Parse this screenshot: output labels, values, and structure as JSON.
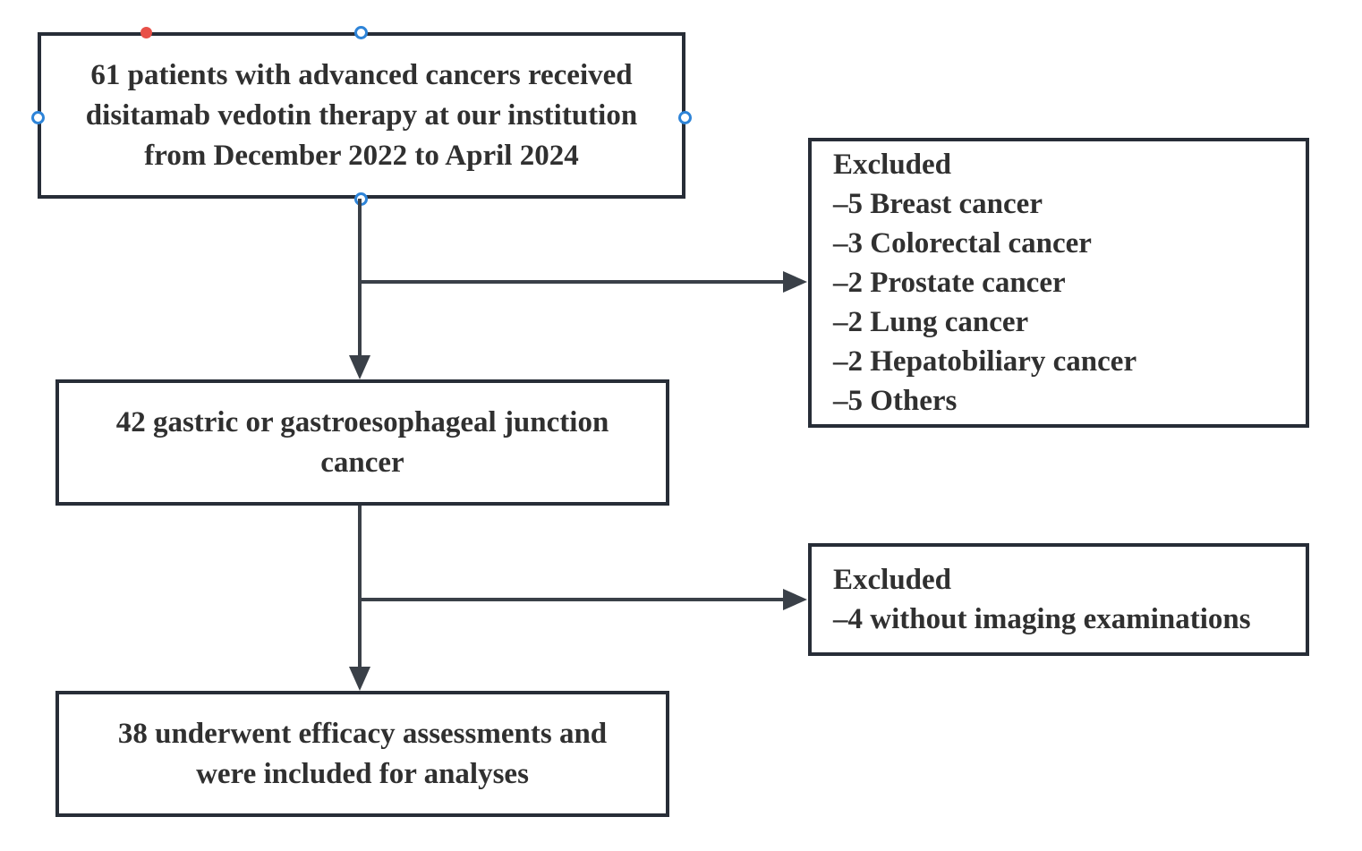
{
  "colors": {
    "background": "#ffffff",
    "box_border": "#272d37",
    "text": "#303030",
    "arrow": "#3a4048",
    "selection_handle_blue": "#2e84d8",
    "selection_marker_red": "#e85048"
  },
  "flowchart": {
    "node_enrolled": {
      "lines": [
        "61 patients with advanced cancers received",
        "disitamab vedotin therapy at our institution",
        "from December 2022 to April 2024"
      ]
    },
    "node_excluded_primary": {
      "title": "Excluded",
      "items": [
        "–5 Breast cancer",
        "–3 Colorectal cancer",
        "–2 Prostate cancer",
        "–2 Lung cancer",
        "–2 Hepatobiliary cancer",
        "–5 Others"
      ]
    },
    "node_gastric": {
      "lines": [
        "42 gastric or gastroesophageal junction",
        "cancer"
      ]
    },
    "node_excluded_imaging": {
      "title": "Excluded",
      "items": [
        "–4 without imaging examinations"
      ]
    },
    "node_analyzed": {
      "lines": [
        "38 underwent efficacy assessments and",
        "were included for analyses"
      ]
    }
  }
}
